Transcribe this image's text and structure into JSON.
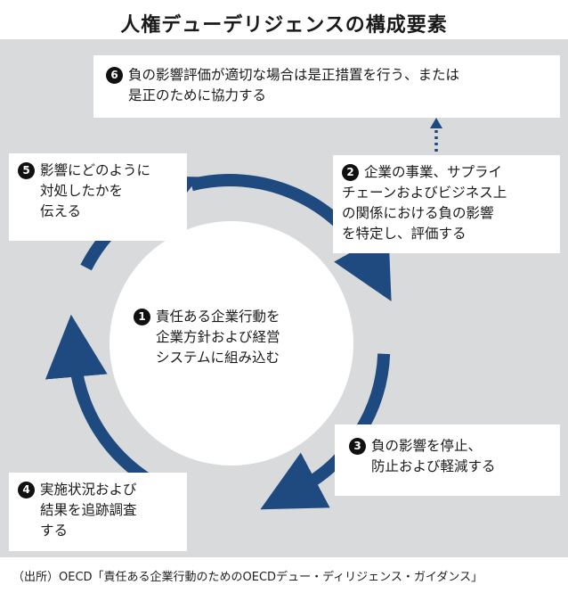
{
  "title": "人権デューデリジェンスの構成要素",
  "steps": [
    {
      "num": "1",
      "lines": [
        "責任ある企業行動を",
        "企業方針および経営",
        "システムに組み込む"
      ]
    },
    {
      "num": "2",
      "lines": [
        "企業の事業、サプライ",
        "チェーンおよびビジネス上",
        "の関係における負の影響",
        "を特定し、評価する"
      ]
    },
    {
      "num": "3",
      "lines": [
        "負の影響を停止、",
        "防止および軽減する"
      ]
    },
    {
      "num": "4",
      "lines": [
        "実施状況および",
        "結果を追跡調査",
        "する"
      ]
    },
    {
      "num": "5",
      "lines": [
        "影響にどのように",
        "対処したかを",
        "伝える"
      ]
    },
    {
      "num": "6",
      "lines": [
        "負の影響評価が適切な場合は是正措置を行う、または",
        "是正のために協力する"
      ]
    }
  ],
  "source": "（出所）OECD「責任ある企業行動のためのOECDデュー・ディリジェンス・ガイダンス」",
  "colors": {
    "panel": "#d8dadb",
    "arrow": "#1e4a80",
    "circle": "#ffffff"
  }
}
